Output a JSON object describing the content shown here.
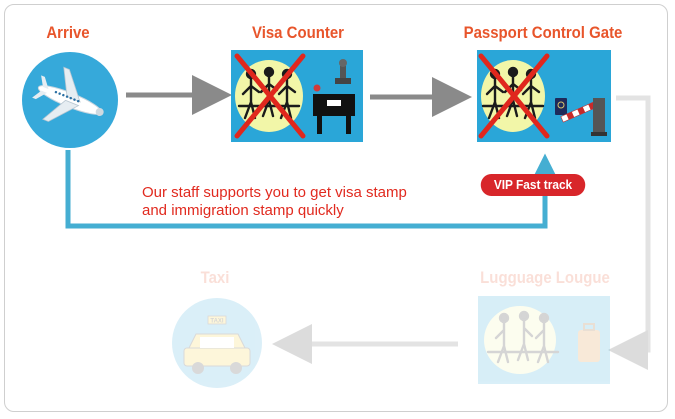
{
  "steps": {
    "arrive": "Arrive",
    "visa": "Visa Counter",
    "passport": "Passport Control Gate",
    "luggage": "Lugguage Lougue",
    "taxi": "Taxi"
  },
  "note": {
    "line1": "Our staff supports you to get visa stamp",
    "line2": "and immigration stamp quickly"
  },
  "badge": "VIP Fast track",
  "taxi_sign": "TAXI",
  "colors": {
    "title": "#e8552b",
    "accent": "#2aa6d8",
    "flow_arrow": "#8a8a8a",
    "vip_path": "#45aed2",
    "note": "#e12a1f",
    "badge": "#d8262a",
    "cross": "#e0271d"
  }
}
